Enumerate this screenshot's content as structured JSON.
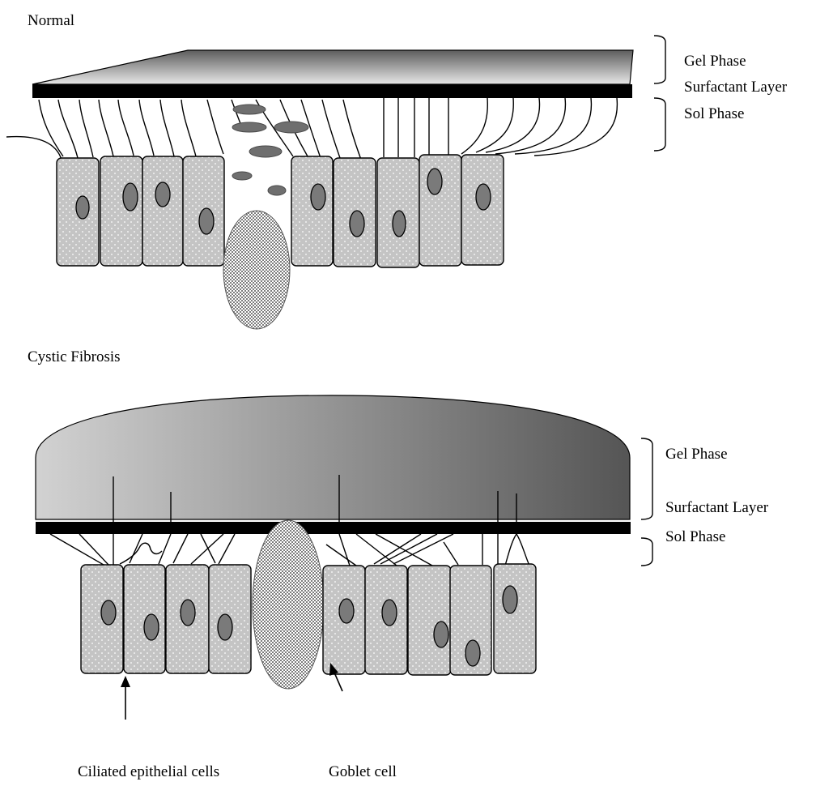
{
  "panels": {
    "normal": {
      "title": "Normal",
      "labels": {
        "gel": "Gel Phase",
        "surfactant": "Surfactant Layer",
        "sol": "Sol Phase"
      }
    },
    "cf": {
      "title": "Cystic Fibrosis",
      "labels": {
        "gel": "Gel Phase",
        "surfactant": "Surfactant Layer",
        "sol": "Sol Phase"
      }
    }
  },
  "annotations": {
    "ciliated": "Ciliated epithelial cells",
    "goblet": "Goblet cell"
  },
  "colors": {
    "cell_fill": "#c4c4c4",
    "nucleus": "#7a7a7a",
    "particle": "#6f6f6f",
    "layer": "#000000"
  }
}
